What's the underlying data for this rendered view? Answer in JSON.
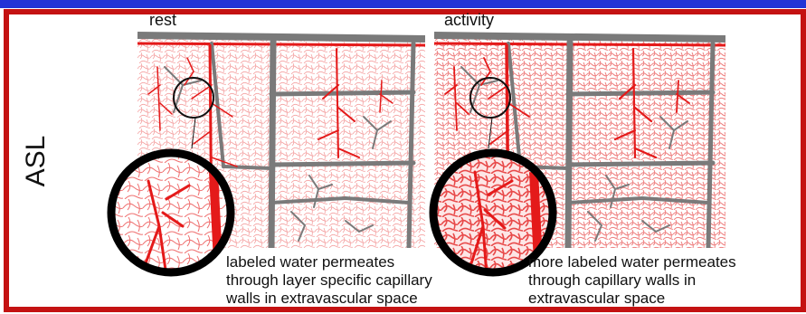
{
  "side_label": "ASL",
  "panels": [
    {
      "title": "rest",
      "caption_lines": [
        "labeled water permeates",
        "through layer specific capillary",
        "walls in extravascular space"
      ]
    },
    {
      "title": "activity",
      "caption_lines": [
        "more labeled water permeates",
        "through capillary walls in",
        "extravascular space"
      ]
    }
  ],
  "colors": {
    "frame": "#c41212",
    "top_bar": "#2233d6",
    "artery": "#e41a1a",
    "vein": "#7a7a7a",
    "extravascular_labeled_water": "#f08a8a",
    "magnifier_ring": "#000000"
  }
}
